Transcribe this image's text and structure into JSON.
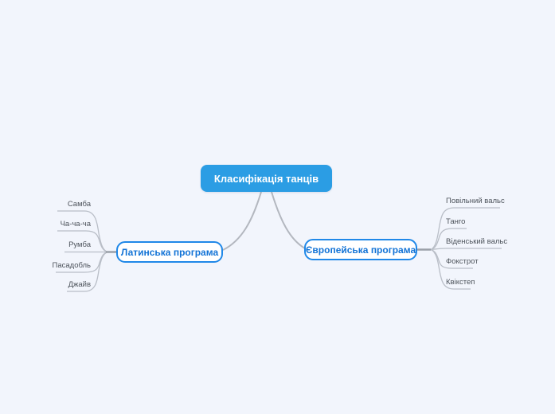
{
  "map": {
    "root": {
      "label": "Класифікація танців"
    },
    "branches": [
      {
        "label": "Латинська програма",
        "children": [
          "Самба",
          "Ча-ча-ча",
          "Румба",
          "Пасадобль",
          "Джайв"
        ]
      },
      {
        "label": "Європейська програма",
        "children": [
          "Повільний вальс",
          "Танго",
          "Віденський вальс",
          "Фокстрот",
          "Квікстеп"
        ]
      }
    ]
  },
  "colors": {
    "background": "#f2f5fc",
    "root_fill": "#2b9de4",
    "root_text": "#ffffff",
    "branch_border": "#2088e8",
    "branch_text": "#1273d6",
    "leaf_text": "#4d535b",
    "connector": "#b3b7bf",
    "leaf_line": "#b9bec7"
  }
}
